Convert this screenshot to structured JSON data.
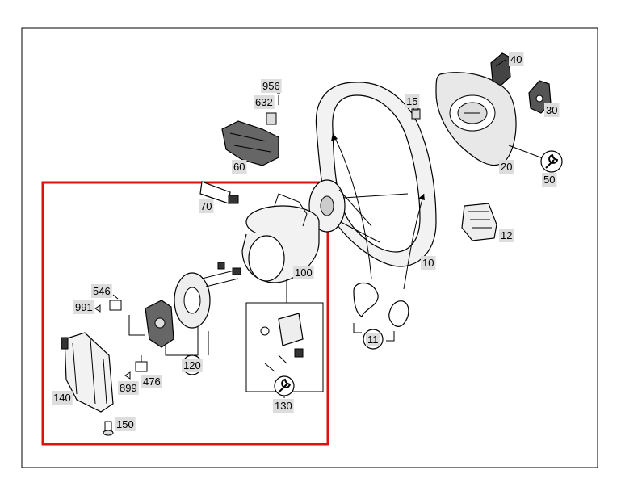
{
  "diagram": {
    "labels": {
      "p10": "10",
      "p11": "11",
      "p12": "12",
      "p15": "15",
      "p20": "20",
      "p30": "30",
      "p40": "40",
      "p50": "50",
      "p60": "60",
      "p70": "70",
      "p100": "100",
      "p120": "120",
      "p130": "130",
      "p140": "140",
      "p150": "150",
      "p476": "476",
      "p546": "546",
      "p632": "632",
      "p899": "899",
      "p956": "956",
      "p991": "991"
    },
    "colors": {
      "highlight": "#e01010",
      "frame": "#000000",
      "label_bg": "#dddddd",
      "part_fill": "#f2f2f2",
      "dark": "#222222"
    },
    "icons": {
      "p50": "wrench-icon",
      "p130": "wrench-icon"
    }
  }
}
